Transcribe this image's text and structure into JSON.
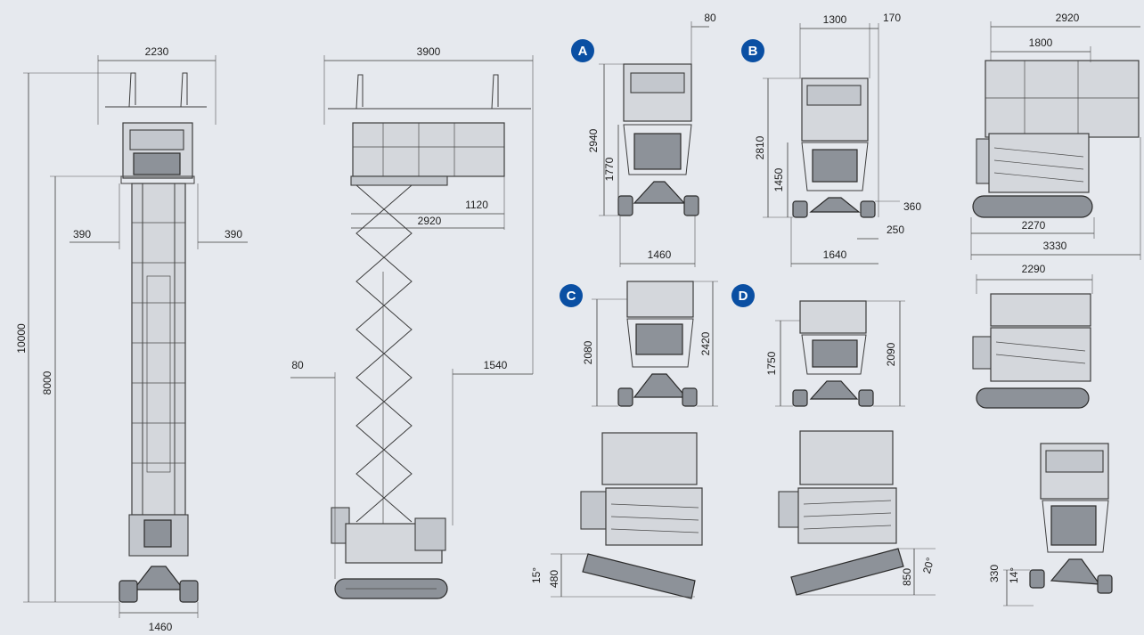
{
  "views": {
    "front": {
      "width_top": "2230",
      "height_total": "10000",
      "height_platform": "8000",
      "overhang_left": "390",
      "overhang_right": "390",
      "track_width": "1460"
    },
    "side": {
      "length_top": "3900",
      "platform_length": "2920",
      "extension": "1120",
      "offset_left": "80",
      "offset_right": "1540"
    },
    "config_a": {
      "badge": "A",
      "offset": "80",
      "height_total": "2940",
      "height_lower": "1770",
      "width": "1460"
    },
    "config_b": {
      "badge": "B",
      "width_top": "1300",
      "offset": "170",
      "height_total": "2810",
      "height_lower": "1450",
      "clearance": "360",
      "step": "250",
      "width": "1640"
    },
    "config_c": {
      "badge": "C",
      "height_left": "2080",
      "height_right": "2420",
      "slope_angle": "15°",
      "slope_height": "480"
    },
    "config_d": {
      "badge": "D",
      "height_left": "1750",
      "height_right": "2090",
      "slope_angle": "20°",
      "slope_height": "850"
    },
    "transport": {
      "length_top": "2920",
      "length_platform": "1800",
      "track_length": "2270",
      "total_length": "3330",
      "stowed_length": "2290",
      "slope_height": "330",
      "slope_angle": "14°"
    }
  }
}
